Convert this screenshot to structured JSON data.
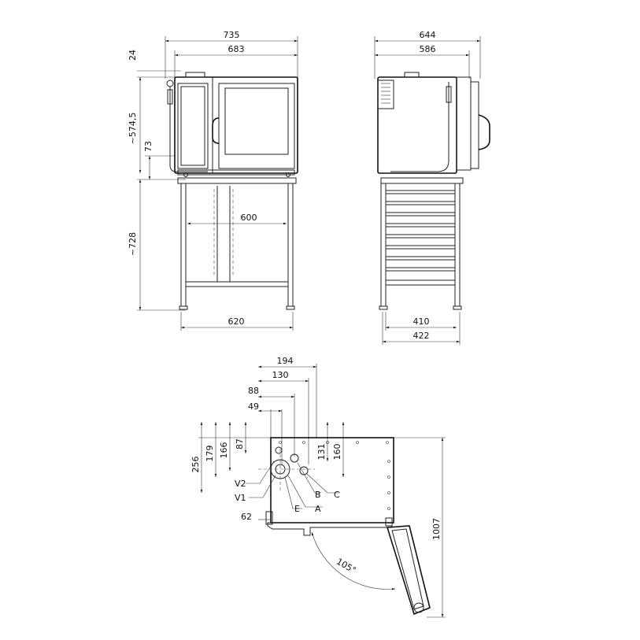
{
  "front_view": {
    "width_overall": "735",
    "width_body": "683",
    "top_offset": "24",
    "height_oven": "~574,5",
    "height_under": "73",
    "height_stand": "~728",
    "shelf_width": "600",
    "stand_width": "620"
  },
  "side_view": {
    "depth_overall": "644",
    "depth_body": "586",
    "stand_inner": "410",
    "stand_outer": "422"
  },
  "plan_view": {
    "dims_h": [
      "194",
      "130",
      "88",
      "49"
    ],
    "dims_v_left": [
      "256",
      "179",
      "166",
      "87"
    ],
    "dims_v_right": [
      "131",
      "160"
    ],
    "depth": "1007",
    "foot_offset": "62",
    "door_angle": "105°",
    "connections": {
      "V2": "V2",
      "V1": "V1",
      "E": "E",
      "A": "A",
      "B": "B",
      "C": "C"
    }
  }
}
